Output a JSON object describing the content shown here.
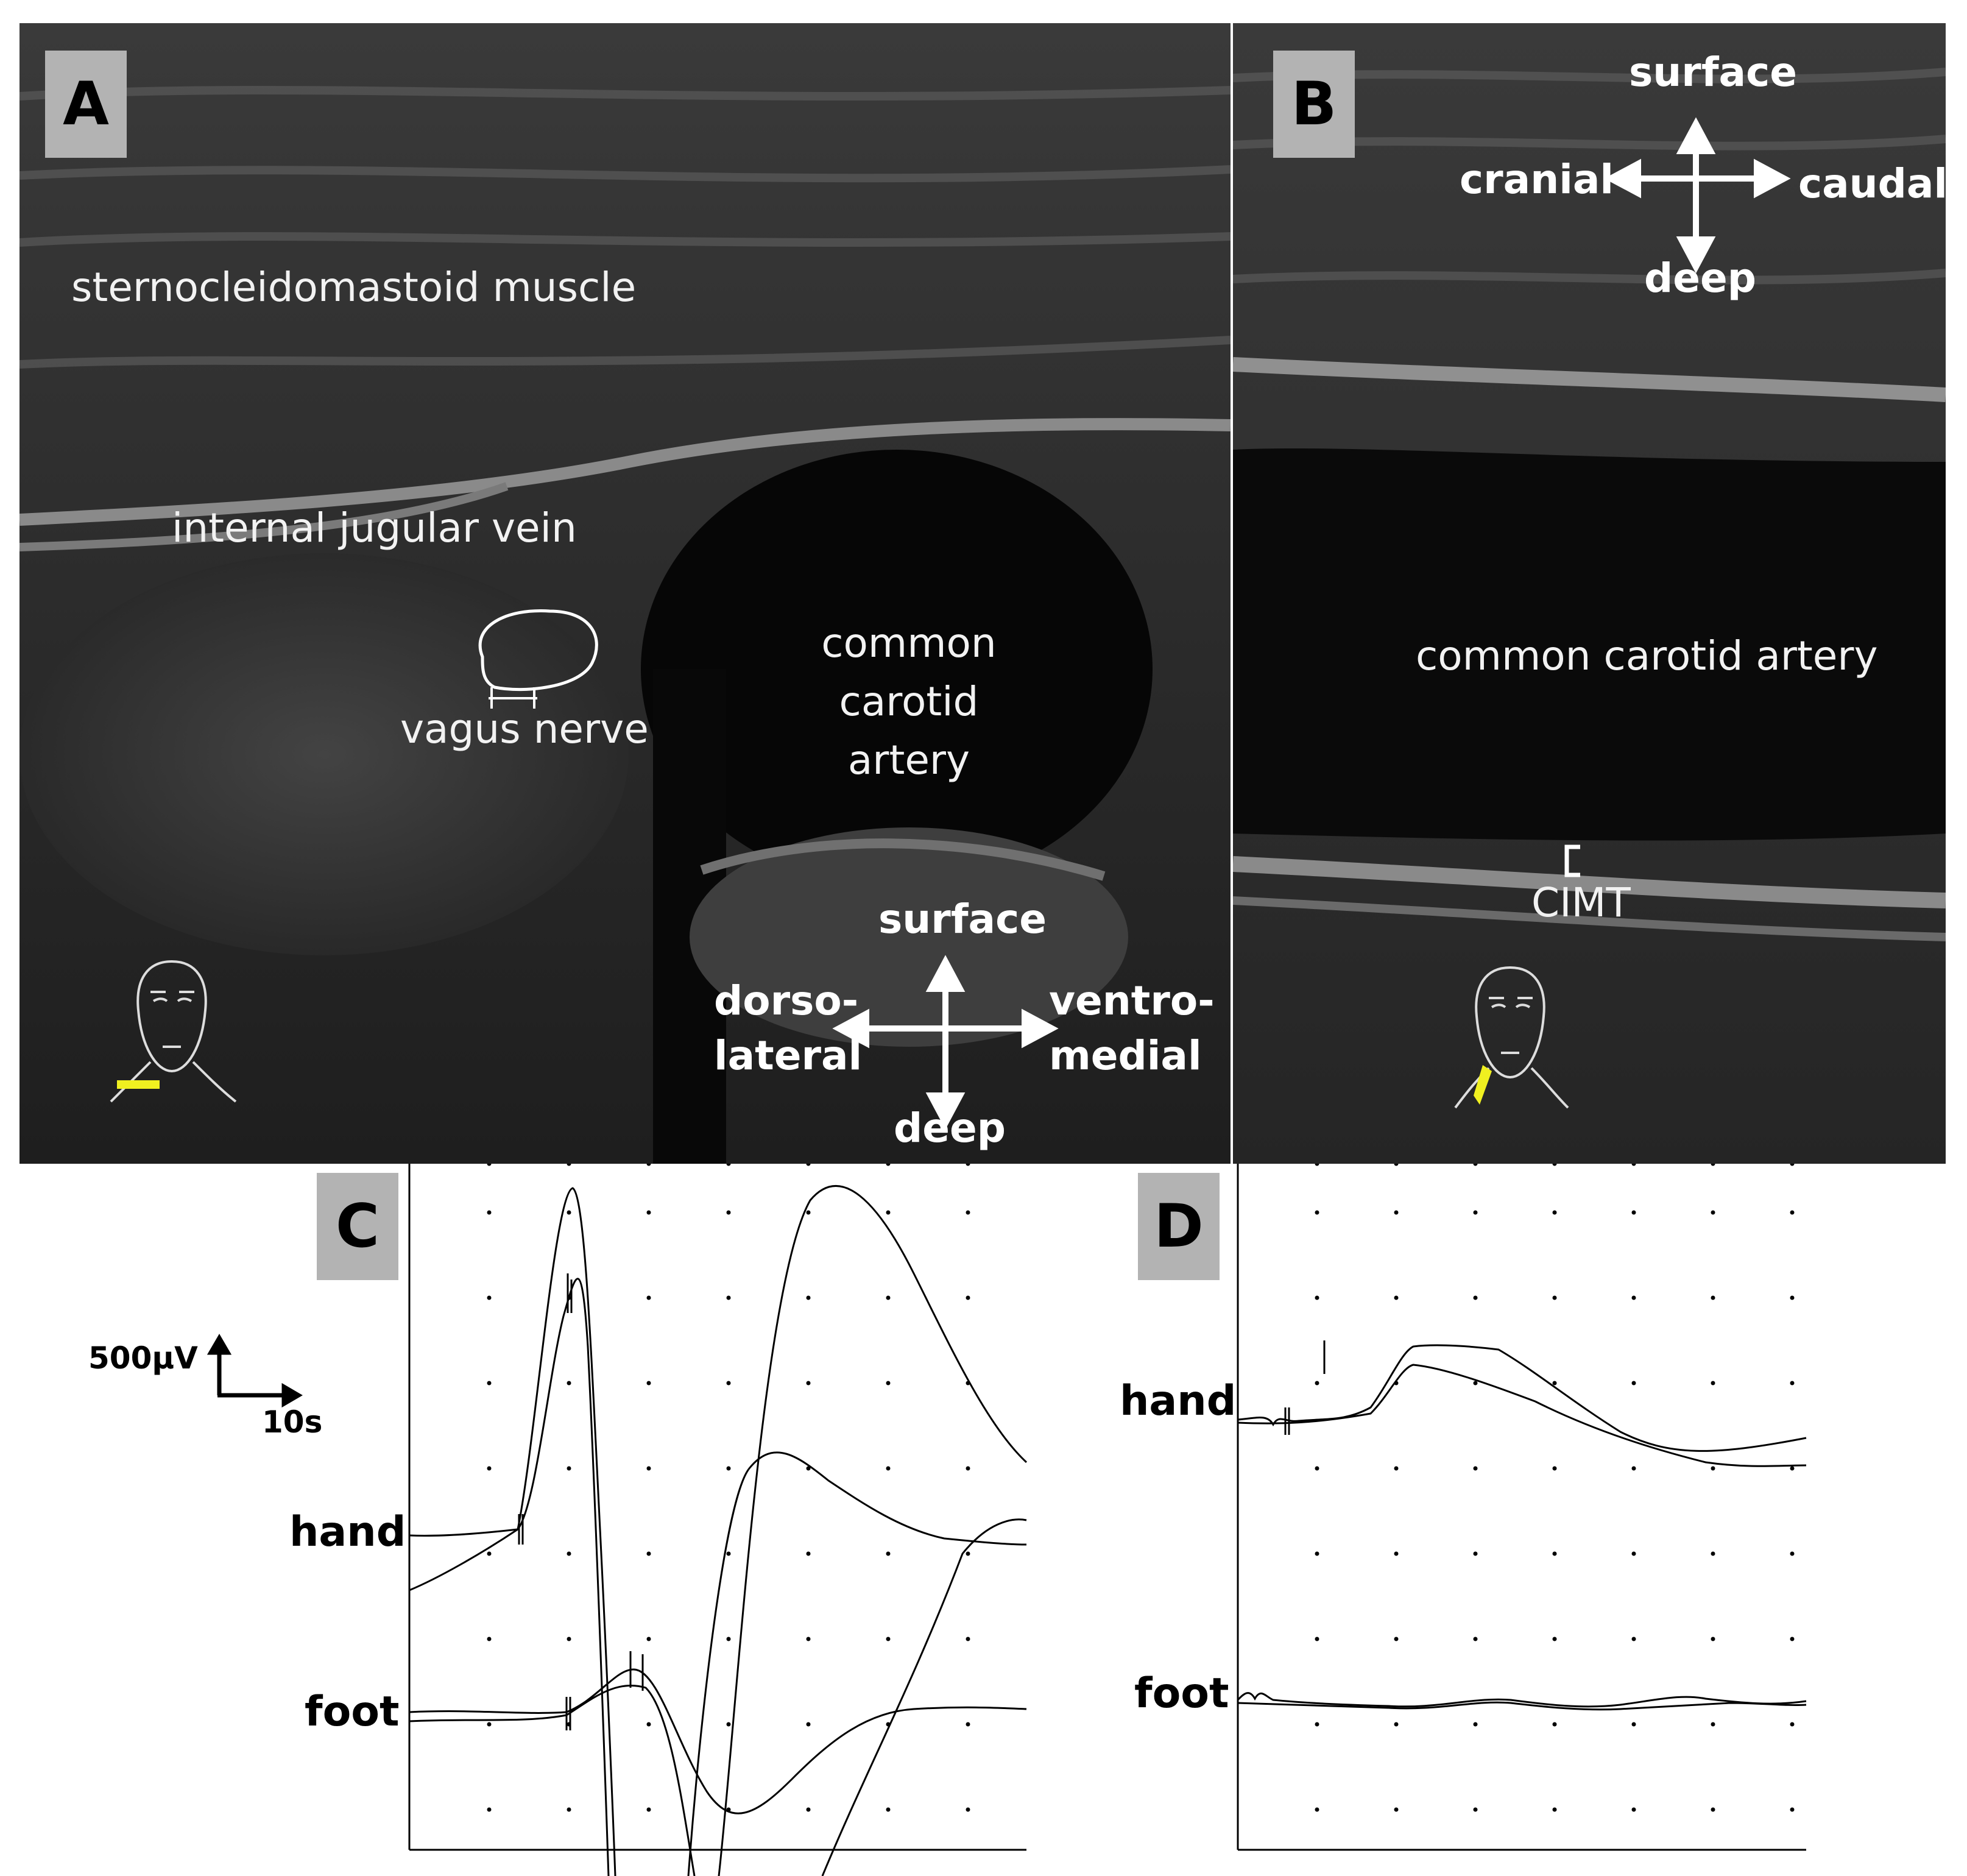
{
  "panels": {
    "A": {
      "badge": "A",
      "labels": {
        "muscle": "sternocleidomastoid muscle",
        "vein": "internal jugular vein",
        "nerve": "vagus nerve",
        "artery_line1": "common",
        "artery_line2": "carotid",
        "artery_line3": "artery"
      },
      "orientation": {
        "up": "surface",
        "down": "deep",
        "left_line1": "dorso-",
        "left_line2": "lateral",
        "right_line1": "ventro-",
        "right_line2": "medial"
      },
      "probe_marker_color": "#f0f020"
    },
    "B": {
      "badge": "B",
      "labels": {
        "artery": "common carotid artery",
        "cimt": "CIMT"
      },
      "orientation": {
        "up": "surface",
        "down": "deep",
        "left": "cranial",
        "right": "caudal"
      },
      "probe_marker_color": "#f0f020"
    },
    "C": {
      "badge": "C",
      "scale": {
        "amplitude": "500µV",
        "time": "10s"
      },
      "traces": {
        "hand": "hand",
        "foot": "foot"
      }
    },
    "D": {
      "badge": "D",
      "traces": {
        "hand": "hand",
        "foot": "foot"
      }
    }
  }
}
